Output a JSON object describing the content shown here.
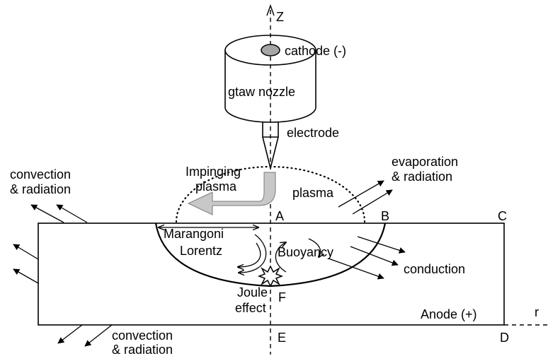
{
  "labels": {
    "z_axis": "Z",
    "r_axis": "r",
    "cathode": "cathode (-)",
    "nozzle": "gtaw nozzle",
    "electrode": "electrode",
    "impinging_line1": "Impinging",
    "impinging_line2": "plasma",
    "plasma": "plasma",
    "evaporation_line1": "evaporation",
    "evaporation_line2": "& radiation",
    "convection_top_line1": "convection",
    "convection_top_line2": "& radiation",
    "convection_bottom_line1": "convection",
    "convection_bottom_line2": "& radiation",
    "point_a": "A",
    "point_b": "B",
    "point_c": "C",
    "point_d": "D",
    "point_e": "E",
    "point_f": "F",
    "marangoni": "Marangoni",
    "lorentz": "Lorentz",
    "buoyancy": "Buoyancy",
    "conduction": "conduction",
    "joule_line1": "Joule",
    "joule_line2": "effect",
    "anode": "Anode (+)"
  },
  "colors": {
    "stroke": "#000000",
    "cathode_fill": "#a6a6a6",
    "plasma_arrow_fill": "#c8c8c8",
    "background": "#ffffff"
  }
}
